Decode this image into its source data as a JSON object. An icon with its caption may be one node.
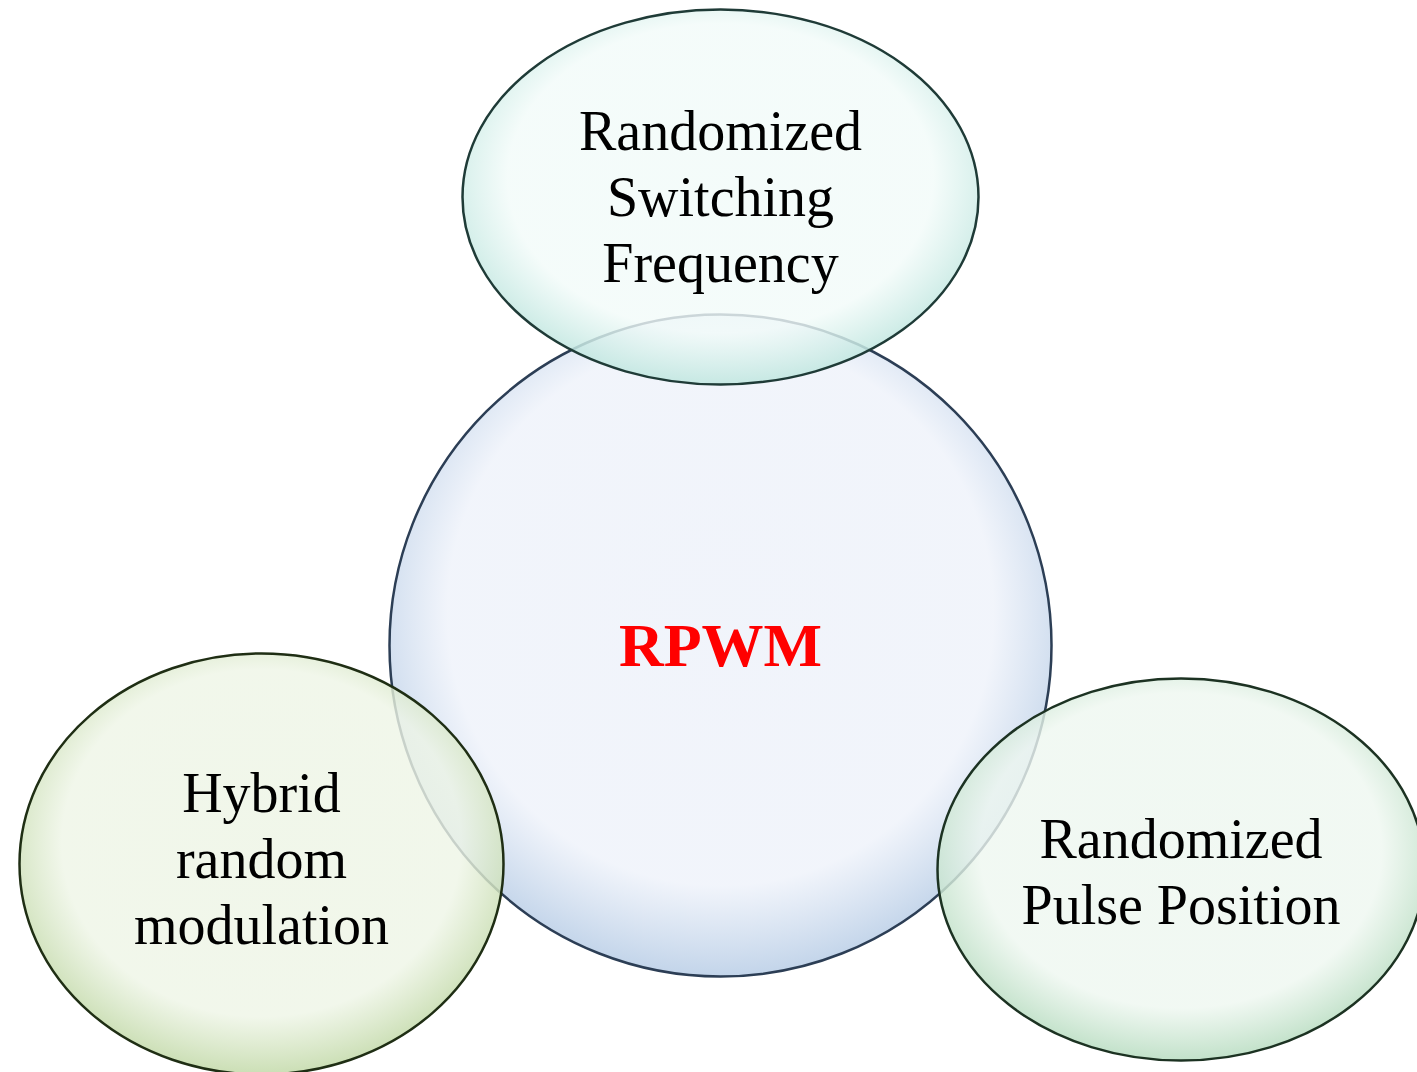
{
  "diagram": {
    "nodes": [
      {
        "text": [
          "Randomized Switching Frequency"
        ]
      },
      {
        "text": [
          "RPWM"
        ]
      },
      {
        "text": [
          "Hybrid random modulation"
        ]
      },
      {
        "text": [
          "Randomized Pulse Position"
        ]
      }
    ]
  }
}
